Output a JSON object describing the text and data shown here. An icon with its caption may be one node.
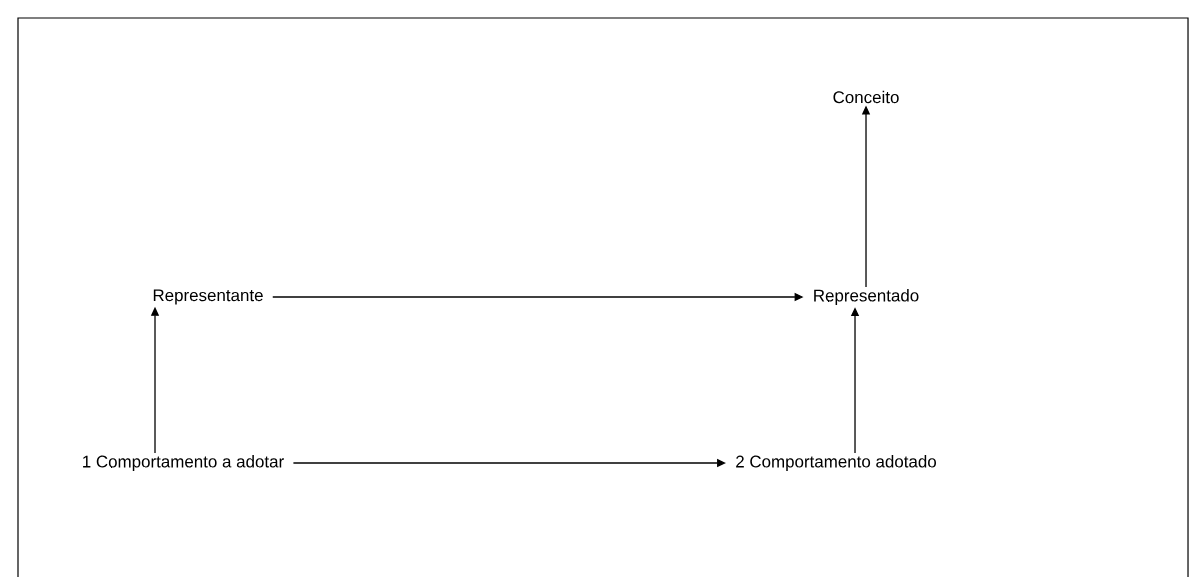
{
  "diagram": {
    "nodes": [
      {
        "text": [
          "Conceito"
        ]
      },
      {
        "text": [
          "Representante"
        ]
      },
      {
        "text": [
          "Representado"
        ]
      },
      {
        "text": [
          "1 Comportamento a adotar"
        ]
      },
      {
        "text": [
          "2 Comportamento adotado"
        ]
      }
    ],
    "edges": [
      {
        "from": 1,
        "to": 2,
        "arrow": "to"
      },
      {
        "from": 2,
        "to": 0,
        "arrow": "to"
      },
      {
        "from": 3,
        "to": 1,
        "arrow": "to"
      },
      {
        "from": 3,
        "to": 4,
        "arrow": "to"
      },
      {
        "from": 4,
        "to": 2,
        "arrow": "to"
      }
    ]
  }
}
